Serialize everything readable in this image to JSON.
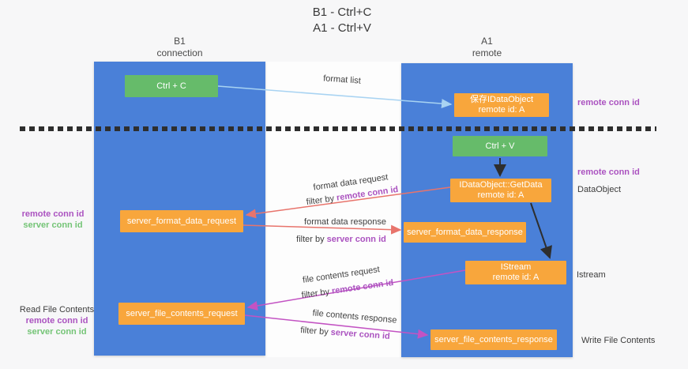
{
  "title": {
    "line1": "B1 - Ctrl+C",
    "line2": "A1 - Ctrl+V"
  },
  "columns": {
    "b1": {
      "title": "B1",
      "subtitle": "connection"
    },
    "a1": {
      "title": "A1",
      "subtitle": "remote"
    }
  },
  "nodes": {
    "ctrl_c": "Ctrl + C",
    "ctrl_v": "Ctrl + V",
    "save_dataobject": {
      "line1": "保存IDataObject",
      "line2": "remote id: A"
    },
    "getdata": {
      "line1": "IDataObject::GetData",
      "line2": "remote id: A"
    },
    "istream": {
      "line1": "IStream",
      "line2": "remote id: A"
    },
    "format_request": "server_format_data_request",
    "format_response": "server_format_data_response",
    "file_request": "server_file_contents_request",
    "file_response": "server_file_contents_response"
  },
  "messages": {
    "format_list": "format list",
    "format_data_request": "format data request",
    "format_data_response": "format data response",
    "file_contents_request": "file contents request",
    "file_contents_response": "file contents response",
    "filter_by": "filter by ",
    "remote_conn_id": "remote conn id",
    "server_conn_id": "server conn id"
  },
  "side_labels": {
    "right_remote_conn_1": "remote conn id",
    "right_remote_conn_2": "remote conn id",
    "dataobject": "DataObject",
    "istream": "Istream",
    "write_file_contents": "Write File Contents",
    "left_remote_conn": "remote conn id",
    "left_server_conn": "server conn id",
    "read_file_contents": "Read File Contents",
    "left_remote_conn_2": "remote conn id",
    "left_server_conn_2": "server conn id"
  },
  "colors": {
    "column": "#4a80d8",
    "green_box": "#66bb6a",
    "orange_box": "#f8a63c",
    "blue_arrow": "#a8d3f2",
    "black_arrow": "#2e2e2e",
    "salmon_arrow": "#e8746c",
    "magenta_arrow": "#c353c3",
    "purple_text": "#ab53c0",
    "green_text": "#74c476"
  }
}
